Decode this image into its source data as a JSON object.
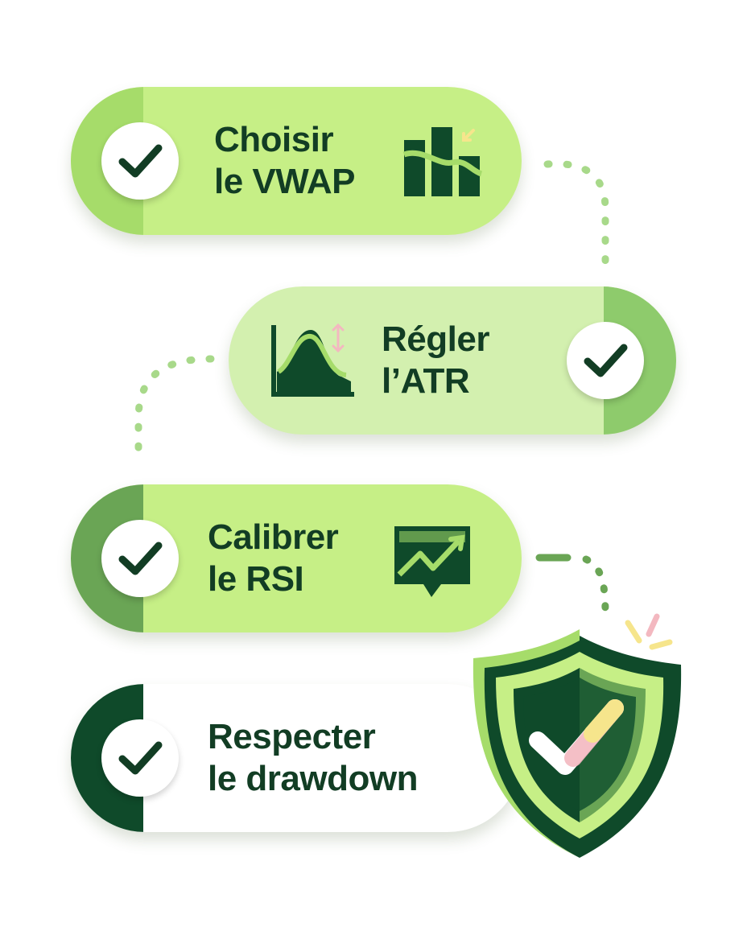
{
  "steps": [
    {
      "line1": "Choisir",
      "line2": "le VWAP",
      "icon": "bar-chart-icon"
    },
    {
      "line1": "Régler",
      "line2": "l’ATR",
      "icon": "bell-curve-chart-icon"
    },
    {
      "line1": "Calibrer",
      "line2": "le RSI",
      "icon": "trend-chart-icon"
    },
    {
      "line1": "Respecter",
      "line2": "le drawdown",
      "icon": "shield-check-icon"
    }
  ],
  "colors": {
    "light_green": "#c6ef86",
    "pale_green": "#d3f0af",
    "mid_green": "#6aa555",
    "dark_green": "#0f4a2a",
    "text": "#123d24",
    "accent_yellow": "#f6e58c",
    "accent_pink": "#f3b8c0"
  }
}
